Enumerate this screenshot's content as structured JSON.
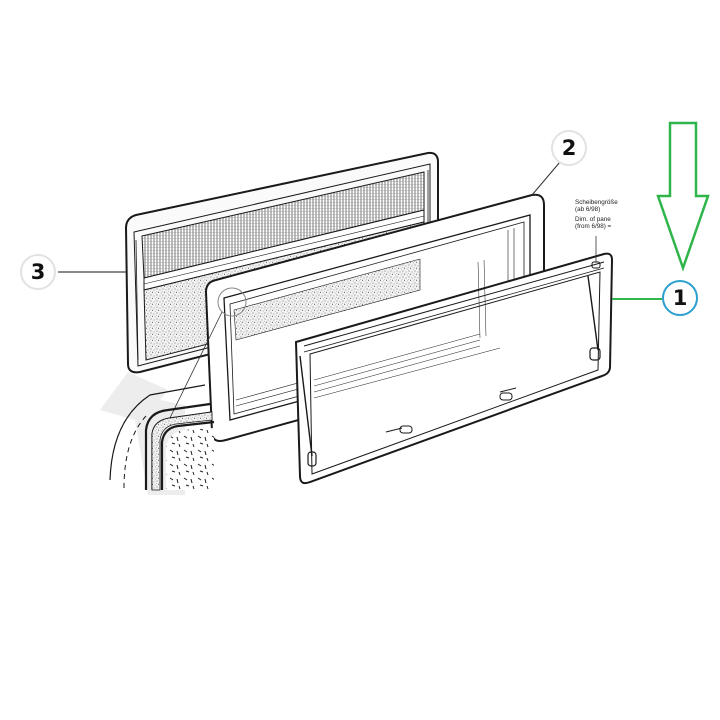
{
  "diagram": {
    "type": "exploded-view technical drawing",
    "subject": "caravan/RV window assembly",
    "colors": {
      "line": "#1a1a1a",
      "callout_border": "#e2e2e2",
      "highlight_circle": "#2a9fd0",
      "arrow": "#2fb54a",
      "leader_highlight": "#2fb54a"
    },
    "callouts": [
      {
        "id": "1",
        "label": "1",
        "part": "window pane (sash)",
        "highlighted": true
      },
      {
        "id": "2",
        "label": "2",
        "part": "inner frame"
      },
      {
        "id": "3",
        "label": "3",
        "part": "frame with blind / flyscreen"
      }
    ],
    "annotation": {
      "line1": "Scheibengröße",
      "line2": "(ab 6/98)",
      "line3": "Dim. of pane",
      "line4": "(from 6/98) ="
    },
    "indicator": {
      "shape": "down-arrow",
      "points_to": "1"
    },
    "detail": {
      "shape": "circle-magnifier",
      "description": "corner seal detail"
    }
  }
}
